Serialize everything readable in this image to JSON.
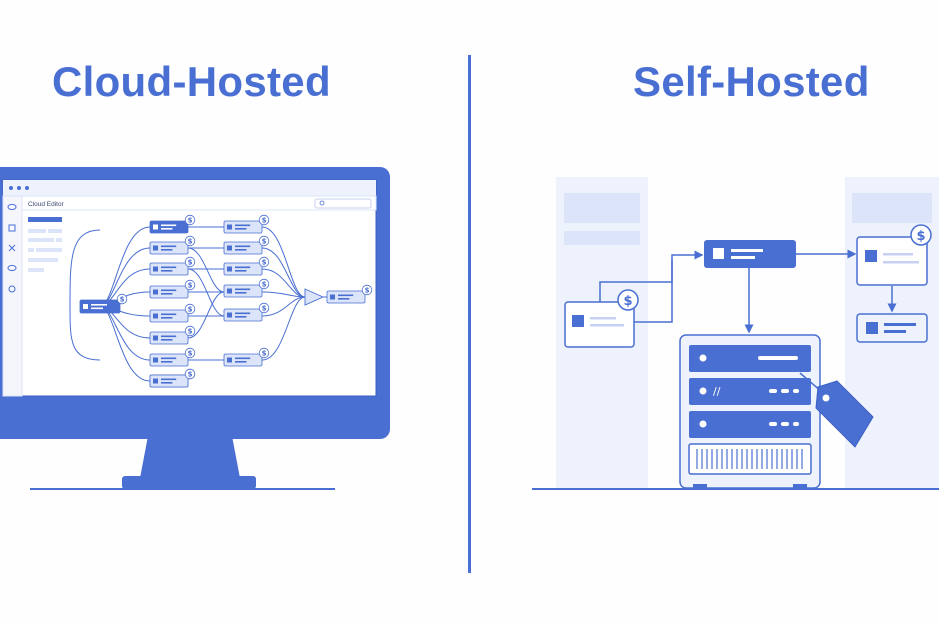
{
  "colors": {
    "accent": "#4a6fd2",
    "accent_dark": "#3d5fc4",
    "accent_light": "#dbe4f8",
    "panel_bg": "#eef2fc"
  },
  "left_panel": {
    "title": "Cloud-Hosted",
    "editor": {
      "title": "Cloud Editor",
      "sidebar_icons": [
        "cloud-icon",
        "edit-icon",
        "network-icon",
        "cloud-outline-icon",
        "gear-icon"
      ],
      "currency_symbol": "$"
    }
  },
  "right_panel": {
    "title": "Self-Hosted",
    "currency_symbol": "$",
    "server_label_left": "//"
  }
}
